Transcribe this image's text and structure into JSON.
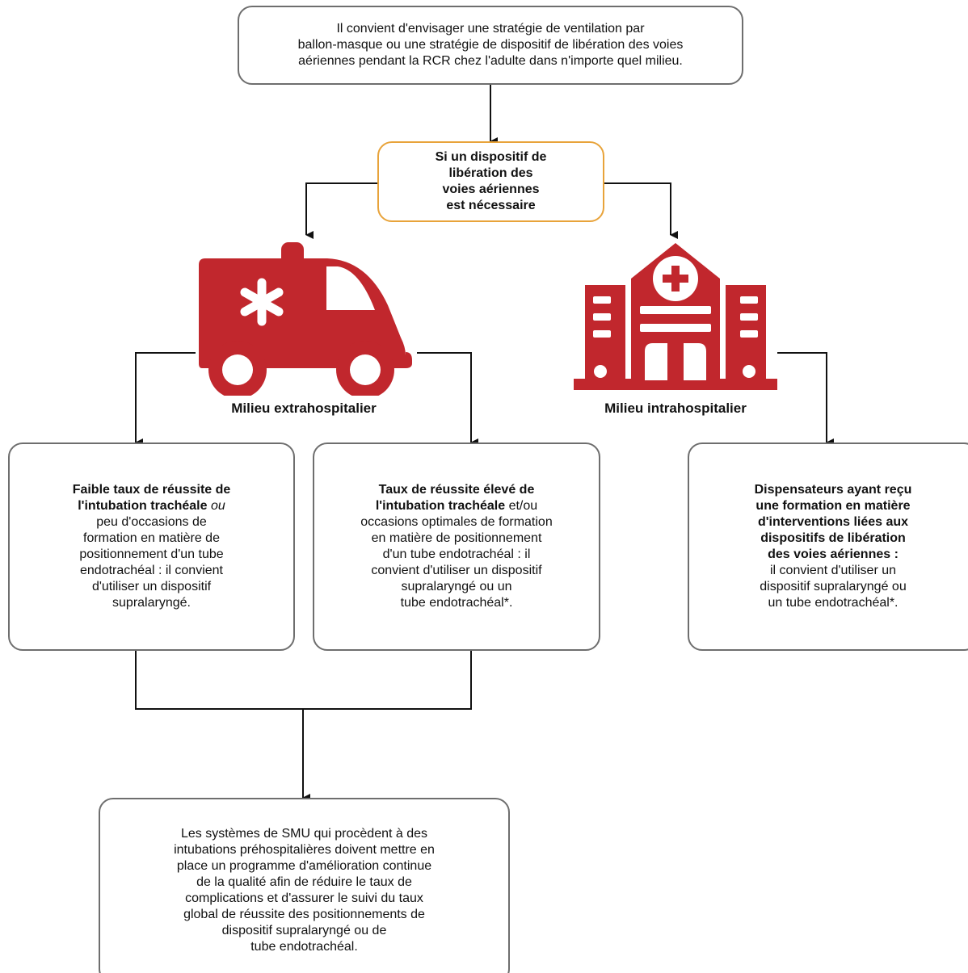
{
  "top_box": {
    "line1": "Il convient d'envisager une stratégie de ventilation par",
    "line2": "ballon-masque ou une stratégie de dispositif de libération des voies",
    "line3": "aériennes pendant la RCR chez l'adulte dans n'importe quel milieu."
  },
  "decision_box": {
    "line1": "Si un dispositif de",
    "line2": "libération des",
    "line3": "voies aériennes",
    "line4": "est nécessaire"
  },
  "extrahospital": {
    "label": "Milieu extrahospitalier",
    "icon": "ambulance-icon",
    "left_box": {
      "l1": "Faible taux de réussite de",
      "l2_bold": "l'intubation trachéale ",
      "l2_italic": "ou",
      "l3": "peu d'occasions de",
      "l4": "formation en matière de",
      "l5": "positionnement d'un tube",
      "l6": "endotrachéal : il convient",
      "l7": "d'utiliser un dispositif",
      "l8": "supralaryngé."
    },
    "right_box": {
      "l1": "Taux de réussite élevé de",
      "l2_bold": "l'intubation trachéale",
      "l2_rest": " et/ou",
      "l3": "occasions optimales de formation",
      "l4": "en matière de positionnement",
      "l5": "d'un tube endotrachéal : il",
      "l6": "convient d'utiliser un dispositif",
      "l7": "supralaryngé ou un",
      "l8": "tube endotrachéal*."
    }
  },
  "intrahospital": {
    "label": "Milieu intrahospitalier",
    "icon": "hospital-icon",
    "box": {
      "l1": "Dispensateurs ayant reçu",
      "l2": "une formation en matière",
      "l3": "d'interventions liées aux",
      "l4": "dispositifs de libération",
      "l5": "des voies aériennes :",
      "l6": "il convient d'utiliser un",
      "l7": "dispositif supralaryngé ou",
      "l8": "un tube endotrachéal*."
    }
  },
  "bottom_box": {
    "l1": "Les systèmes de SMU qui procèdent à des",
    "l2": "intubations préhospitalières doivent mettre en",
    "l3": "place un programme d'amélioration continue",
    "l4": "de la qualité afin de réduire le taux de",
    "l5": "complications et d'assurer le suivi du taux",
    "l6": "global de réussite des positionnements de",
    "l7": "dispositif supralaryngé ou de",
    "l8": "tube endotrachéal."
  },
  "colors": {
    "icon_red": "#c1272d",
    "decision_border": "#e8a33a",
    "box_border": "#6e6e6e"
  }
}
